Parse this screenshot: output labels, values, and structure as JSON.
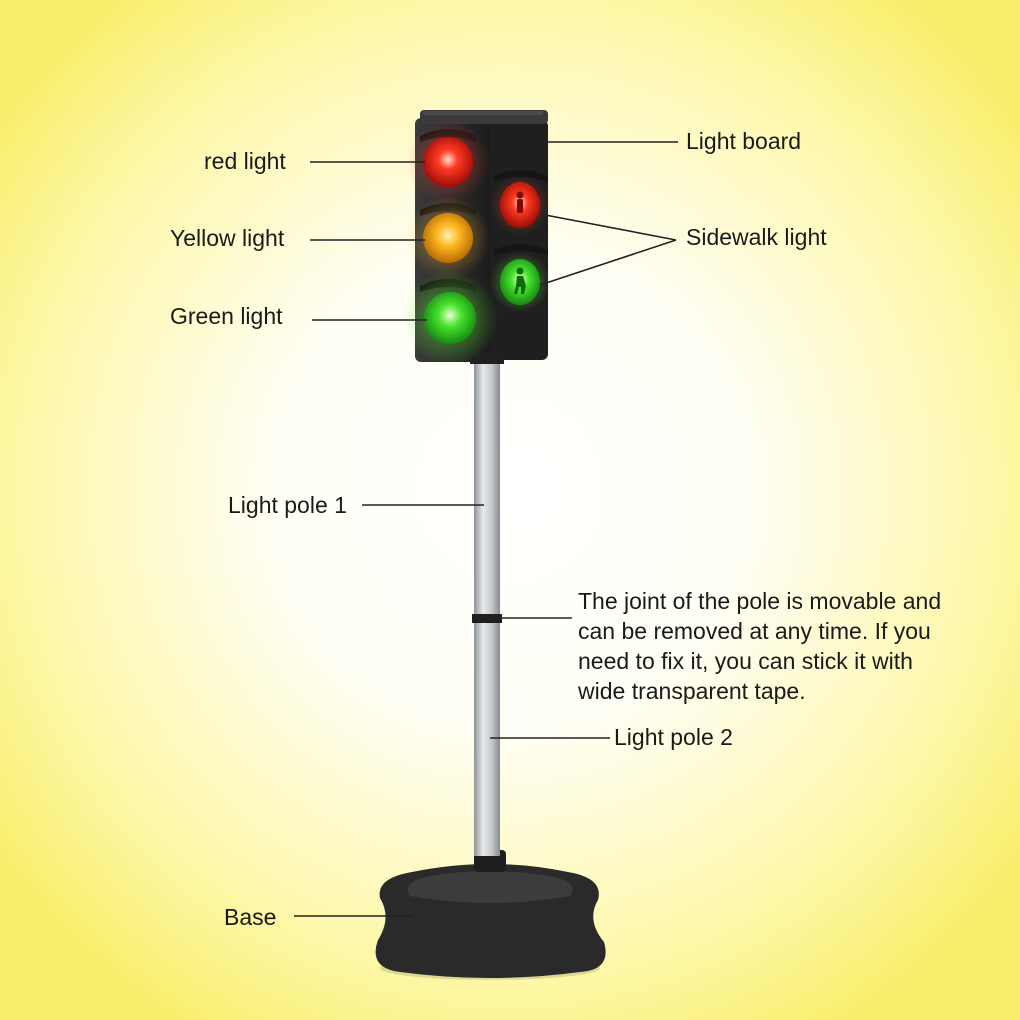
{
  "labels": {
    "red_light": "red light",
    "yellow_light": "Yellow light",
    "green_light": "Green light",
    "light_board": "Light board",
    "sidewalk_light": "Sidewalk light",
    "light_pole_1": "Light pole 1",
    "light_pole_2": "Light pole 2",
    "base": "Base"
  },
  "joint_note": {
    "lines": [
      "The joint of the pole is movable and",
      "can be removed at any time. If you",
      "need to fix it, you can stick it with",
      "wide transparent tape."
    ]
  },
  "colors": {
    "background_edge": "#f8ee6a",
    "housing": "#2b2b2b",
    "red": "#ff2a1a",
    "yellow": "#ffb41e",
    "green": "#3ce02a",
    "pole": "#b9bcc0",
    "base": "#2a2a2a"
  }
}
